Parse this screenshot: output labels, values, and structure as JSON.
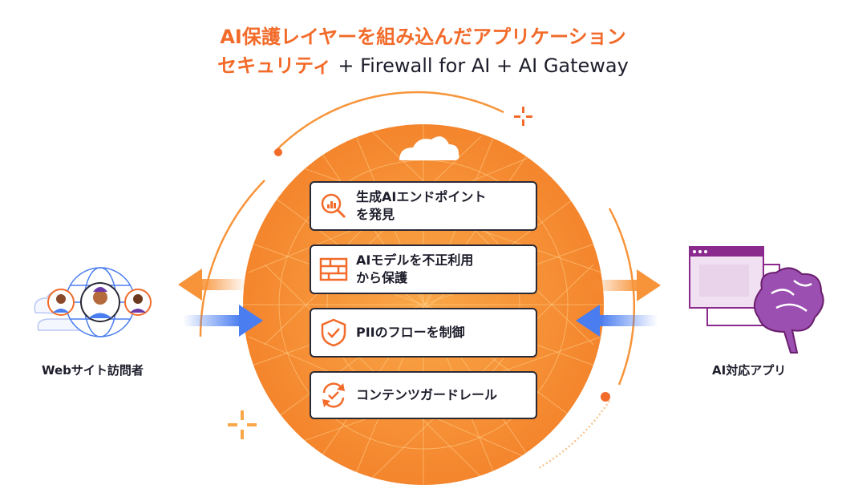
{
  "title": {
    "line1": "AI保護レイヤーを組み込んだアプリケーション",
    "line2_highlight": "セキュリティ",
    "line2_rest": " + Firewall for AI + AI Gateway"
  },
  "cards": [
    {
      "line1": "生成AIエンドポイント",
      "line2": "を発見",
      "icon": "search-analytics-icon"
    },
    {
      "line1": "AIモデルを不正利用",
      "line2": "から保護",
      "icon": "firewall-icon"
    },
    {
      "line1": "PIIのフローを制御",
      "line2": "",
      "icon": "shield-check-icon"
    },
    {
      "line1": "コンテンツガードレール",
      "line2": "",
      "icon": "refresh-check-icon"
    }
  ],
  "left_label": "Webサイト訪問者",
  "right_label": "AI対応アプリ",
  "colors": {
    "orange": "#f26b2a",
    "circle": "#f7943a",
    "blue": "#4a7df0",
    "purple": "#8a2a8c",
    "dark": "#1d1d2b"
  }
}
